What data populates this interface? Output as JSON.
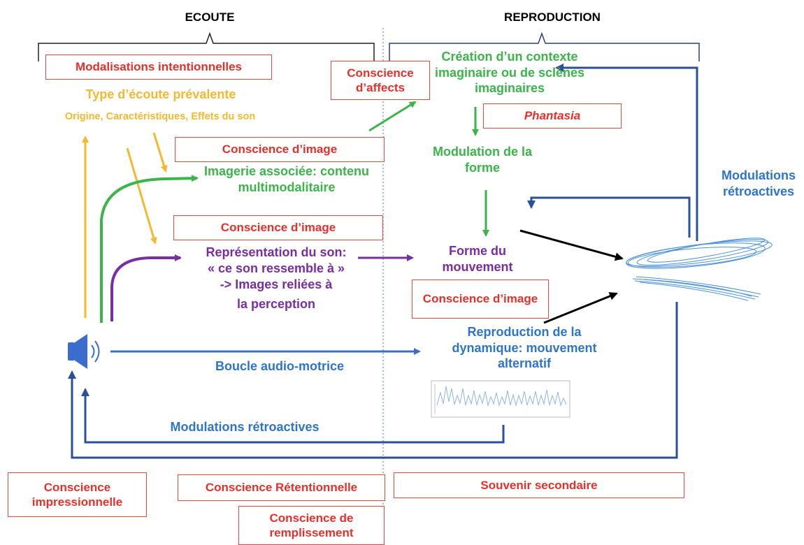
{
  "headers": {
    "left": "ECOUTE",
    "right": "REPRODUCTION"
  },
  "red_boxes": {
    "modalisations_intentionnelles": "Modalisations intentionnelles",
    "conscience_affects": "Conscience d’affects",
    "conscience_image_1": "Conscience d’image",
    "conscience_image_2": "Conscience d’image",
    "conscience_image_3": "Conscience d’image",
    "phantasia": "Phantasia",
    "conscience_impressionnelle": "Conscience impressionnelle",
    "conscience_retentionnelle": "Conscience Rétentionnelle",
    "conscience_remplissement": "Conscience de remplissement",
    "souvenir_secondaire": "Souvenir secondaire"
  },
  "yellow_text": {
    "type_ecoute": "Type d’écoute prévalente",
    "origine": "Origine, Caractéristiques, Effets du son"
  },
  "green_text": {
    "imagerie": "Imagerie associée: contenu multimodalitaire",
    "creation_contexte": "Création d’un contexte imaginaire ou de sclènes imaginaires",
    "modulation_forme": "Modulation de la forme"
  },
  "purple_text": {
    "representation_line1": "Représentation du son:",
    "representation_line2": "« ce son ressemble à »",
    "representation_line3": "-> Images reliées à",
    "representation_line4": "la perception",
    "forme_mouvement": "Forme du mouvement"
  },
  "blue_text": {
    "boucle": "Boucle audio-motrice",
    "reproduction_dynamique": "Reproduction de la dynamique: mouvement alternatif",
    "modulations_retroactives_bottom": "Modulations rétroactives",
    "modulations_retroactives_right": "Modulations rétroactives"
  },
  "icons": {
    "speaker": "speaker-icon",
    "motion_trace": "motion-scribble",
    "signal_plot": "waveform-plot"
  },
  "colors": {
    "red": "#e8302a",
    "yellow": "#f5b82e",
    "green": "#3bb54a",
    "purple": "#7a2da3",
    "blue": "#2e75c9",
    "dark_blue": "#2b4f9b",
    "black": "#000000"
  }
}
